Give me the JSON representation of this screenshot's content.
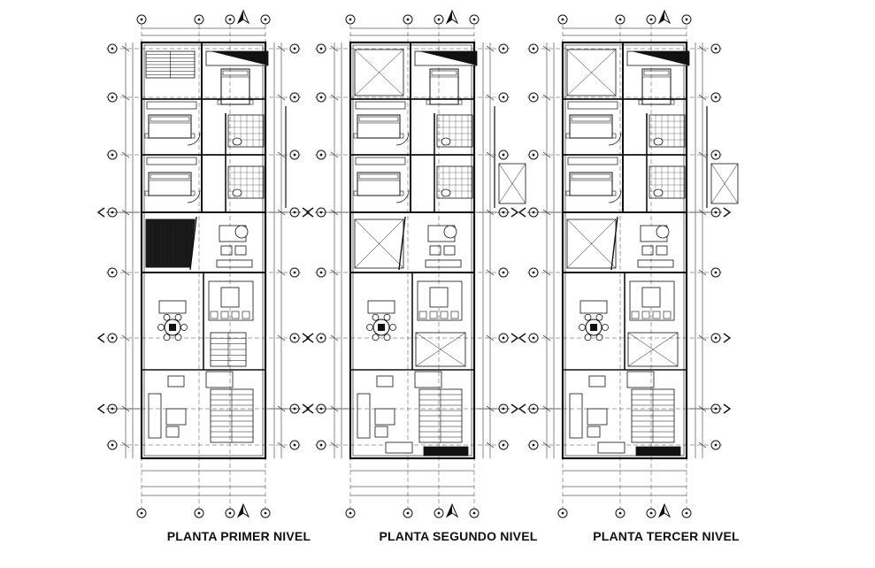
{
  "colors": {
    "ink": "#111111",
    "paper": "#ffffff",
    "hatch": "#222222"
  },
  "plans": [
    {
      "id": "primer",
      "title": "PLANTA PRIMER NIVEL"
    },
    {
      "id": "segundo",
      "title": "PLANTA SEGUNDO NIVEL"
    },
    {
      "id": "tercer",
      "title": "PLANTA TERCER NIVEL"
    }
  ],
  "icons": [
    "north-arrow-icon",
    "grid-bubble-icon",
    "section-marker-icon"
  ]
}
